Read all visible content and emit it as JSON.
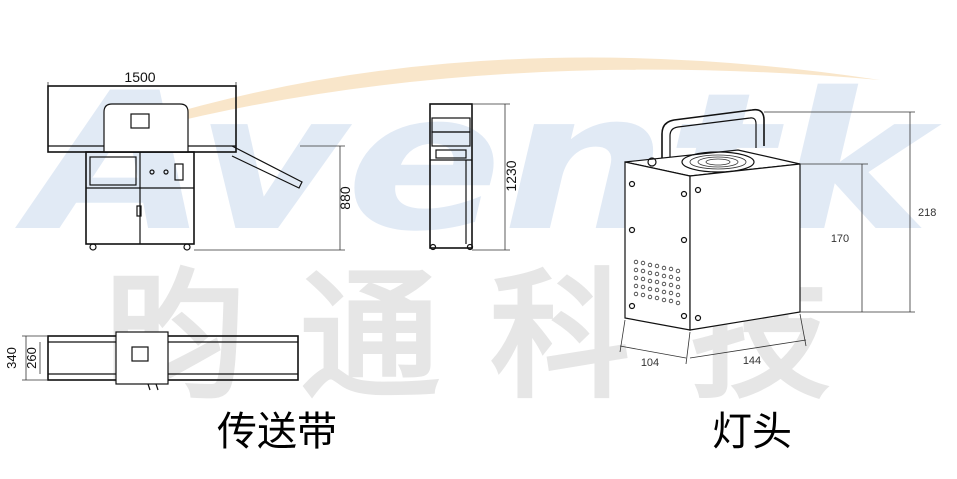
{
  "watermark": {
    "brand": "Aventk",
    "chinese": [
      "昀",
      "通",
      "科",
      "技"
    ],
    "colors": {
      "red": "#f2b8b0",
      "blue": "#c9d9ee",
      "orange": "#f7dcb4",
      "gray": "#e3e3e3"
    }
  },
  "conveyor": {
    "dim_width": "1500",
    "dim_height": "880",
    "dim_side_height": "1230",
    "dim_top_outer": "340",
    "dim_top_inner": "260",
    "caption": "传送带"
  },
  "lamp": {
    "dim_total_height": "218",
    "dim_body_height": "170",
    "dim_depth": "104",
    "dim_width": "144",
    "caption": "灯头"
  }
}
